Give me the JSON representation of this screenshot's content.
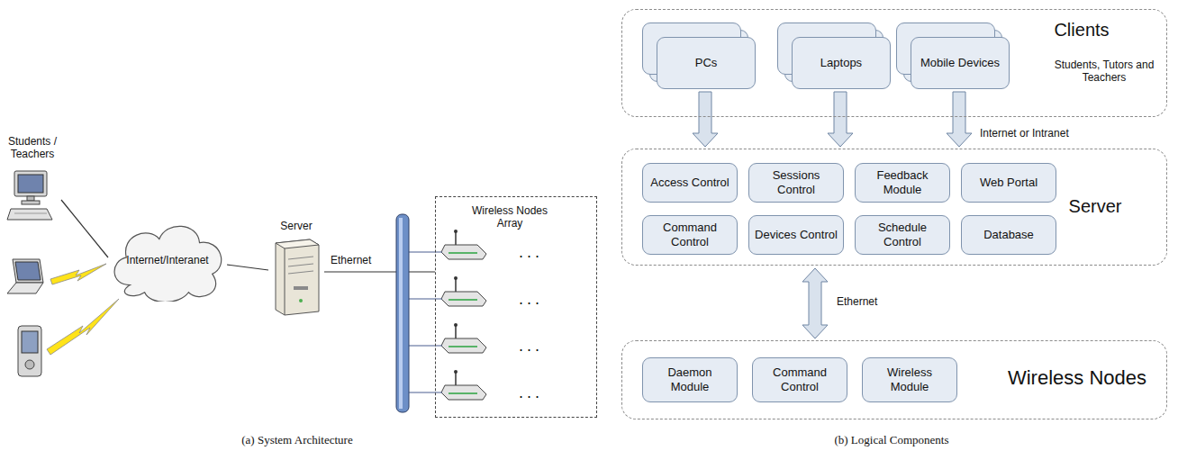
{
  "diagram": {
    "nodes": [
      {
        "text": [
          "Students / Teachers"
        ]
      },
      {
        "text": [
          "Internet/Interanet"
        ]
      },
      {
        "text": [
          "Server"
        ]
      },
      {
        "text": [
          "Wireless Nodes Array"
        ]
      },
      {
        "text": [
          "Clients",
          "Students, Tutors and Teachers"
        ]
      },
      {
        "text": [
          "PCs"
        ],
        "in": 4
      },
      {
        "text": [
          "Laptops"
        ],
        "in": 4
      },
      {
        "text": [
          "Mobile Devices"
        ],
        "in": 4
      },
      {
        "text": [
          "Server"
        ]
      },
      {
        "text": [
          "Access Control"
        ],
        "in": 8
      },
      {
        "text": [
          "Sessions Control"
        ],
        "in": 8
      },
      {
        "text": [
          "Feedback Module"
        ],
        "in": 8
      },
      {
        "text": [
          "Web Portal"
        ],
        "in": 8
      },
      {
        "text": [
          "Command Control"
        ],
        "in": 8
      },
      {
        "text": [
          "Devices Control"
        ],
        "in": 8
      },
      {
        "text": [
          "Schedule Control"
        ],
        "in": 8
      },
      {
        "text": [
          "Database"
        ],
        "in": 8
      },
      {
        "text": [
          "Wireless Nodes"
        ]
      },
      {
        "text": [
          "Daemon Module"
        ],
        "in": 17
      },
      {
        "text": [
          "Command Control"
        ],
        "in": 17
      },
      {
        "text": [
          "Wireless Module"
        ],
        "in": 17
      }
    ],
    "edges": [
      {
        "from": 0,
        "to": 1,
        "arrow": "none"
      },
      {
        "from": 1,
        "to": 2,
        "arrow": "none"
      },
      {
        "from": 2,
        "to": 3,
        "label": "Ethernet",
        "arrow": "none"
      },
      {
        "from": 5,
        "to": 8,
        "arrow": "to"
      },
      {
        "from": 6,
        "to": 8,
        "arrow": "to"
      },
      {
        "from": 7,
        "to": 8,
        "arrow": "to"
      },
      {
        "from": 8,
        "to": 17,
        "label": "Ethernet",
        "arrow": "both"
      }
    ],
    "labels": [
      "...",
      "...",
      "...",
      "...",
      "Internet or Intranet",
      "(a) System Architecture",
      "(b) Logical Components"
    ]
  }
}
